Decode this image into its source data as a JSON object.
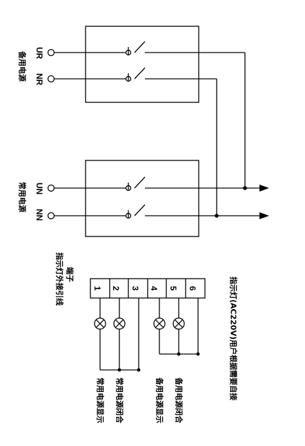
{
  "backup_source": {
    "title": "备用电源",
    "terminals": [
      "UR",
      "NR"
    ]
  },
  "main_source": {
    "title": "常用电源",
    "terminals": [
      "UN",
      "NN"
    ]
  },
  "indicator_terminal_block": {
    "title_line1": "指示灯外接引线",
    "title_line2": "端子",
    "numbers": [
      "1",
      "2",
      "3",
      "4",
      "5",
      "6"
    ]
  },
  "lamp_labels": {
    "main_display": "常用电源显示",
    "main_closing": "常用电源闭合",
    "backup_display": "备用电源显示",
    "backup_closing": "备用电源闭合"
  },
  "note": "指示灯(AC220V)用户根据需要自接"
}
